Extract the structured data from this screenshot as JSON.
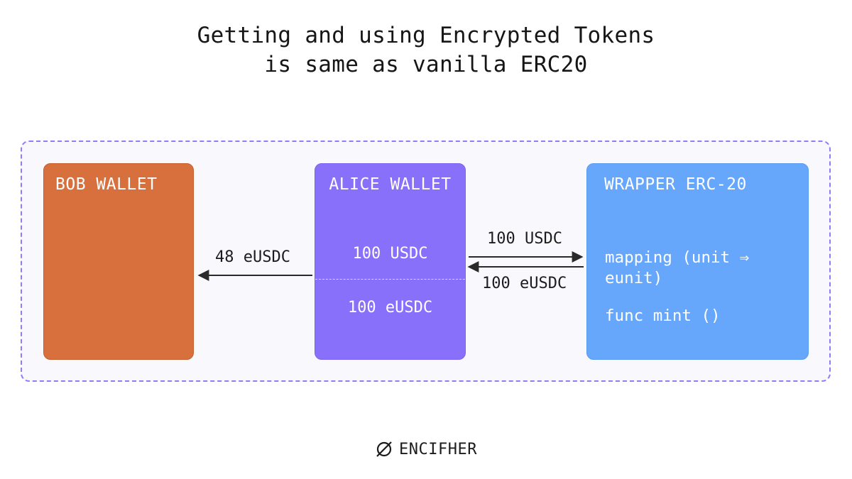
{
  "title": {
    "line1": "Getting and using Encrypted Tokens",
    "line2": "is same as vanilla ERC20"
  },
  "bob_wallet": {
    "label": "BOB WALLET"
  },
  "alice_wallet": {
    "label": "ALICE WALLET",
    "balance_top": "100 USDC",
    "balance_bottom": "100 eUSDC"
  },
  "wrapper": {
    "label": "WRAPPER ERC-20",
    "line1": "mapping (unit ⇒",
    "line2": "eunit)",
    "line3": "func mint ()"
  },
  "arrows": {
    "alice_to_bob": "48 eUSDC",
    "alice_to_wrapper": "100 USDC",
    "wrapper_to_alice": "100 eUSDC"
  },
  "brand": {
    "name": "ENCIFHER",
    "icon": "empty-set-logo-icon"
  },
  "colors": {
    "bob": "#d8703d",
    "alice": "#8870fb",
    "wrapper": "#66a7fb",
    "frame_border": "#8f7cf7"
  }
}
